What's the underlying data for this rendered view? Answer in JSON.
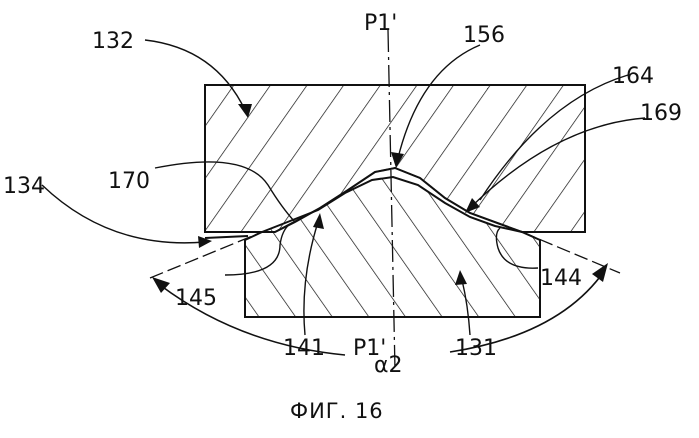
{
  "labels": {
    "l132": "132",
    "l134": "134",
    "l170": "170",
    "l156": "156",
    "l164": "164",
    "l169": "169",
    "l145": "145",
    "l141": "141",
    "l131": "131",
    "l144": "144",
    "axis_top": "P1'",
    "axis_bottom": "P1'",
    "angle": "α2"
  },
  "caption": "ФИГ. 16",
  "colors": {
    "ink": "#111111",
    "background": "#ffffff"
  }
}
